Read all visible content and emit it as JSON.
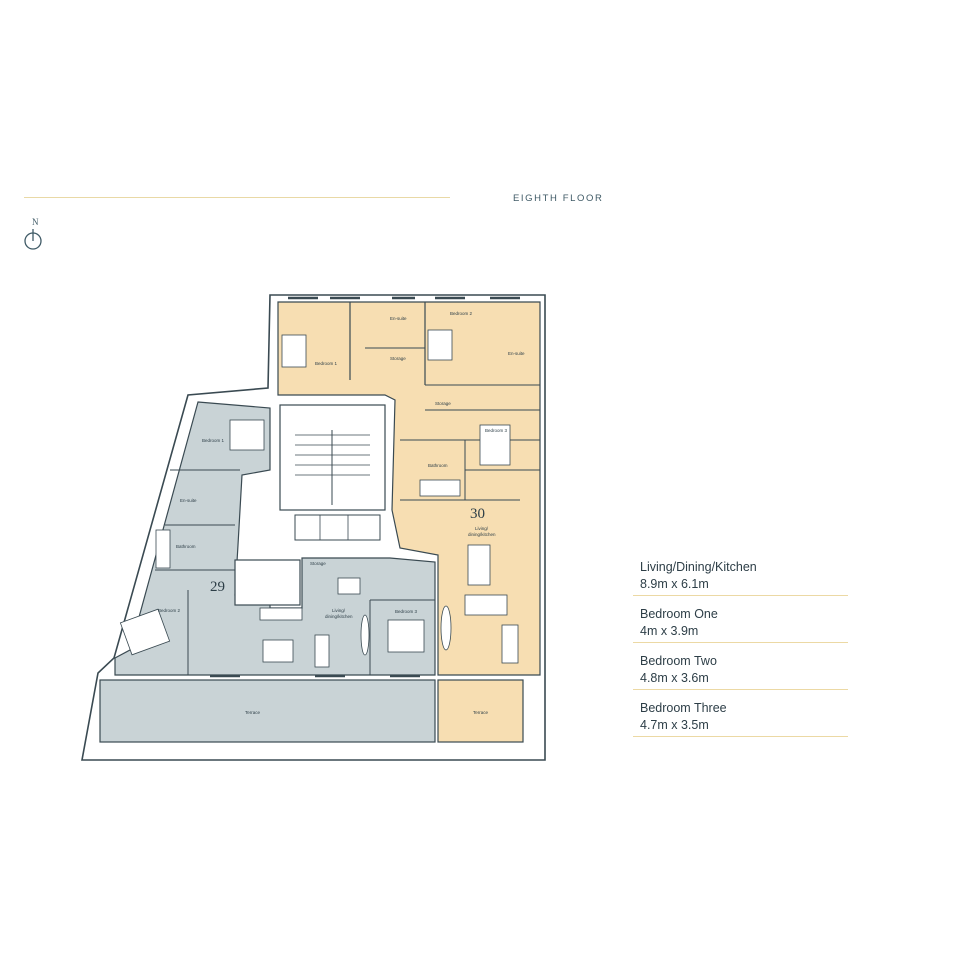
{
  "header": {
    "floor_label": "EIGHTH FLOOR",
    "compass_label": "N"
  },
  "plan": {
    "colors": {
      "unit_29": "#c9d3d6",
      "unit_30": "#f7deb2",
      "wall": "#3a4a52",
      "core": "#ffffff",
      "accent_rule": "#ecd9a4"
    },
    "units": [
      {
        "number": "29",
        "rooms": {
          "bedroom_one": "Bedroom 1",
          "ensuite": "En-suite",
          "bathroom": "Bathroom",
          "bedroom_two": "Bedroom 2",
          "storage": "Storage",
          "living": "Living/",
          "living2": "dining/kitchen",
          "bedroom_three": "Bedroom 3",
          "terrace": "Terrace"
        }
      },
      {
        "number": "30",
        "rooms": {
          "bedroom_one": "Bedroom 1",
          "ensuite_a": "En-suite",
          "storage_a": "Storage",
          "bedroom_two": "Bedroom 2",
          "ensuite_b": "En-suite",
          "storage_b": "Storage",
          "bedroom_three": "Bedroom 3",
          "bathroom": "Bathroom",
          "living": "Living/",
          "living2": "dining/kitchen",
          "terrace": "Terrace"
        }
      }
    ]
  },
  "specs": [
    {
      "room": "Living/Dining/Kitchen",
      "size": "8.9m x 6.1m"
    },
    {
      "room": "Bedroom One",
      "size": "4m x 3.9m"
    },
    {
      "room": "Bedroom Two",
      "size": "4.8m x 3.6m"
    },
    {
      "room": "Bedroom Three",
      "size": "4.7m x 3.5m"
    }
  ]
}
